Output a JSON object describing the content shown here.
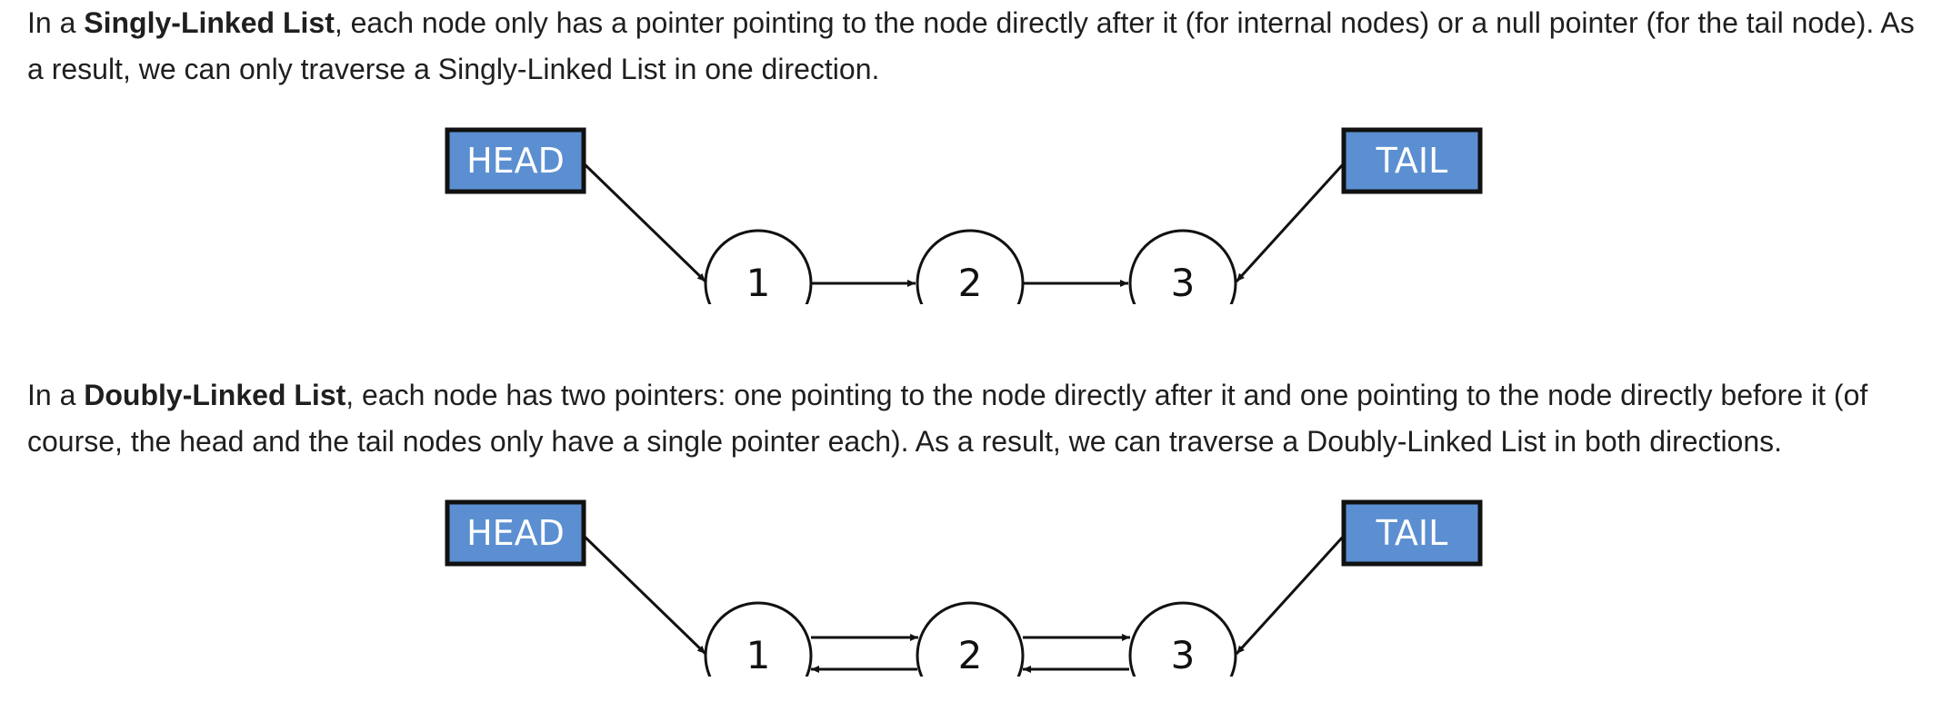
{
  "singly": {
    "intro_prefix": "In a ",
    "term": "Singly-Linked List",
    "intro_rest": ", each node only has a pointer pointing to the node directly after it (for internal nodes) or a null pointer (for the tail node). As a result, we can only traverse a Singly-Linked List in one direction.",
    "diagram": {
      "head_label": "HEAD",
      "tail_label": "TAIL",
      "nodes": [
        "1",
        "2",
        "3"
      ]
    }
  },
  "doubly": {
    "intro_prefix": "In a ",
    "term": "Doubly-Linked List",
    "intro_rest": ", each node has two pointers: one pointing to the node directly after it and one pointing to the node directly before it (of course, the head and the tail nodes only have a single pointer each). As a result, we can traverse a Doubly-Linked List in both directions.",
    "diagram": {
      "head_label": "HEAD",
      "tail_label": "TAIL",
      "nodes": [
        "1",
        "2",
        "3"
      ]
    }
  },
  "colors": {
    "box_fill": "#5b8fd1",
    "box_text": "#ffffff",
    "stroke": "#111111"
  }
}
